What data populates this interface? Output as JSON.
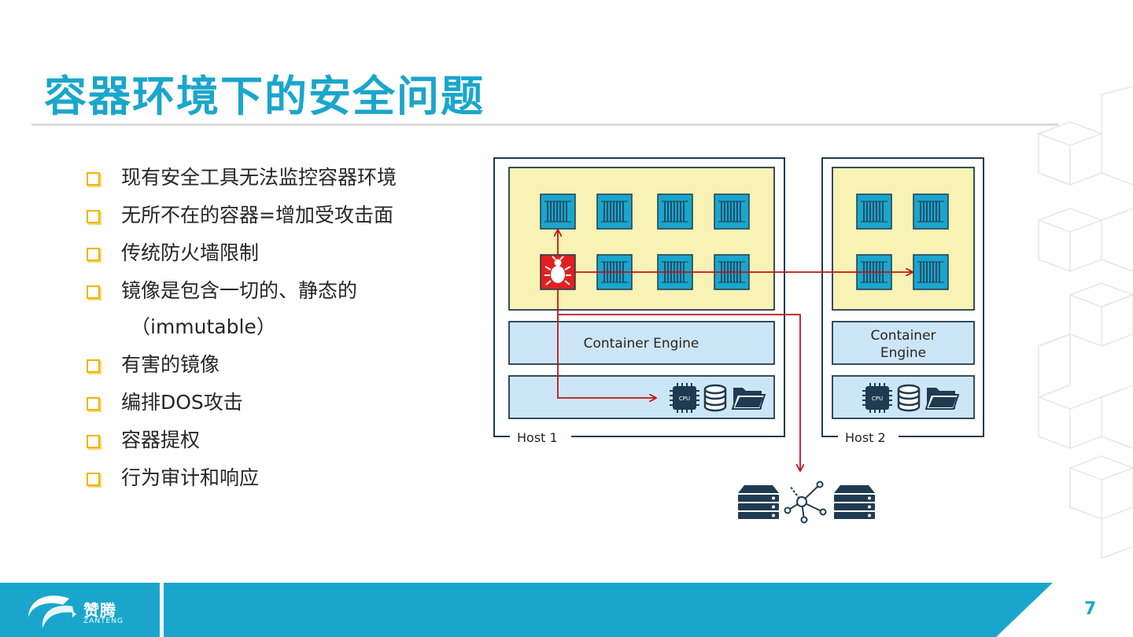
{
  "slide": {
    "title": "容器环境下的安全问题",
    "page_number": "7"
  },
  "bullets": [
    "现有安全工具无法监控容器环境",
    "无所不在的容器=增加受攻击面",
    "传统防火墙限制",
    "镜像是包含一切的、静态的",
    "（immutable）",
    "有害的镜像",
    "编排DOS攻击",
    "容器提权",
    "行为审计和响应"
  ],
  "diagram": {
    "host1_label": "Host 1",
    "host2_label": "Host 2",
    "engine1_label": "Container Engine",
    "engine2_line1": "Container",
    "engine2_line2": "Engine",
    "cpu_label": "CPU",
    "colors": {
      "host_border": "#1f3b52",
      "container_area": "#f8f2b4",
      "engine": "#cde6f7",
      "container_fill": "#1aa6cc",
      "attack_arrow": "#c0151a",
      "malicious_box": "#e02020"
    },
    "icons": [
      "bug-icon",
      "cpu-icon",
      "database-icon",
      "folder-icon",
      "server-icon",
      "network-icon"
    ]
  },
  "footer": {
    "brand": "赞腾",
    "brand_en": "ZANTENG",
    "color": "#1aa6cc"
  }
}
